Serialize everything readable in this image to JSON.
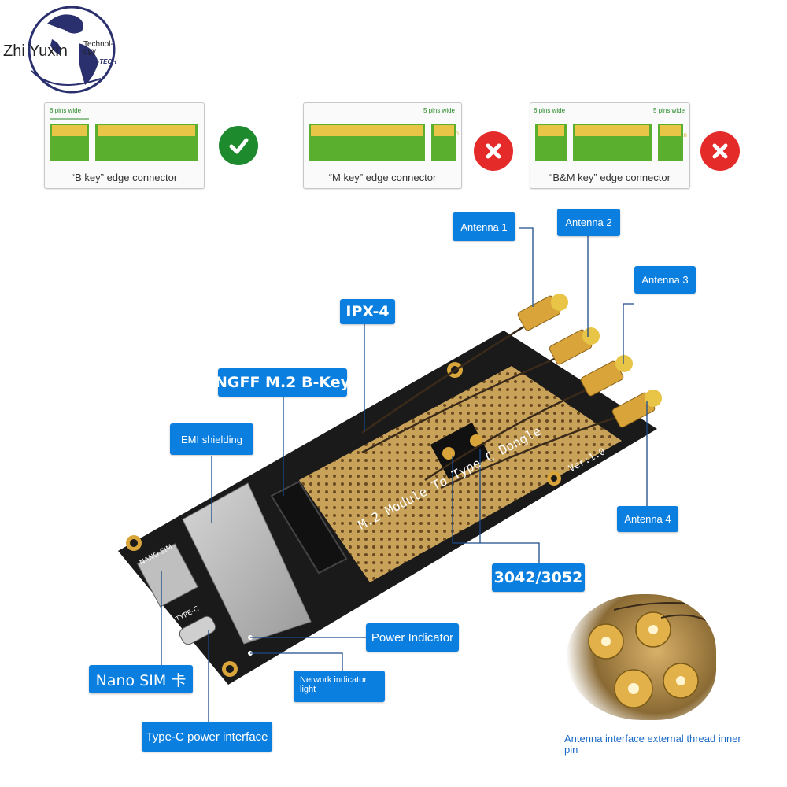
{
  "brand": {
    "name": "Zhi Yuxin",
    "tagline": "Technol-\nogy",
    "sub": "ZYX-TECH"
  },
  "connectors": [
    {
      "label": "“B key” edge connector",
      "pins_left": "6 pins wide",
      "pins_right": "",
      "status": "compatible"
    },
    {
      "label": "“M key” edge connector",
      "pins_left": "",
      "pins_right": "5 pins wide",
      "status": "incompatible"
    },
    {
      "label": "“B&M key” edge connector",
      "pins_left": "6 pins wide",
      "pins_right": "5 pins wide",
      "status": "incompatible"
    }
  ],
  "watermark": "Sichuan",
  "callouts": {
    "antenna1": "Antenna 1",
    "antenna2": "Antenna 2",
    "antenna3": "Antenna 3",
    "antenna4": "Antenna 4",
    "ipx": "IPX-4",
    "ngff": "NGFF M.2 B-Key",
    "emi": "EMI shielding",
    "size": "3042/3052",
    "power": "Power Indicator",
    "network": "Network indicator light",
    "nanosim": "Nano SIM 卡",
    "typec": "Type-C power interface"
  },
  "board": {
    "title": "M.2 Module To Type C Dongle",
    "version": "Ver:1.0",
    "sim_label": "NANO SIM",
    "typec_label": "TYPE-C"
  },
  "inset_caption": "Antenna interface external thread inner pin",
  "colors": {
    "accent": "#0a7fe0",
    "ok": "#1e8a2e",
    "bad": "#e52a2a",
    "pcb": "#1a1a1a",
    "proto": "#c9a25a",
    "gold": "#d9a53a"
  }
}
